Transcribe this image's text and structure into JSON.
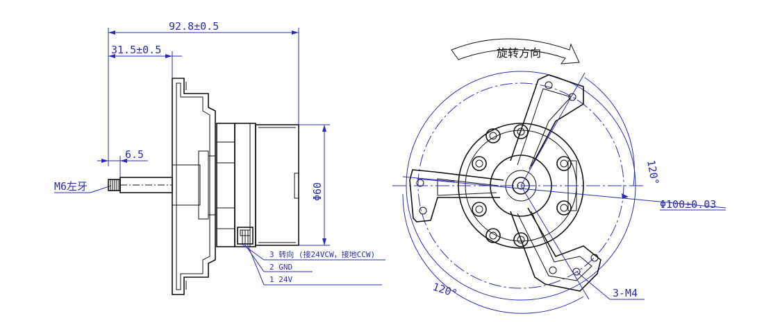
{
  "side_view": {
    "dim_overall": "92.8±0.5",
    "dim_flange": "31.5±0.5",
    "dim_thread_len": "6.5",
    "dim_diameter": "Φ60",
    "thread_label": "M6左牙",
    "wires": [
      "3 转向 (接24VCW，接地CCW)",
      "2 GND",
      "1 24V"
    ]
  },
  "front_view": {
    "rotation_label": "旋转方向",
    "angle_top": "120°",
    "angle_bottom": "120°",
    "dim_bolt_circle": "Φ100±0.03",
    "hole_label": "3-M4"
  }
}
